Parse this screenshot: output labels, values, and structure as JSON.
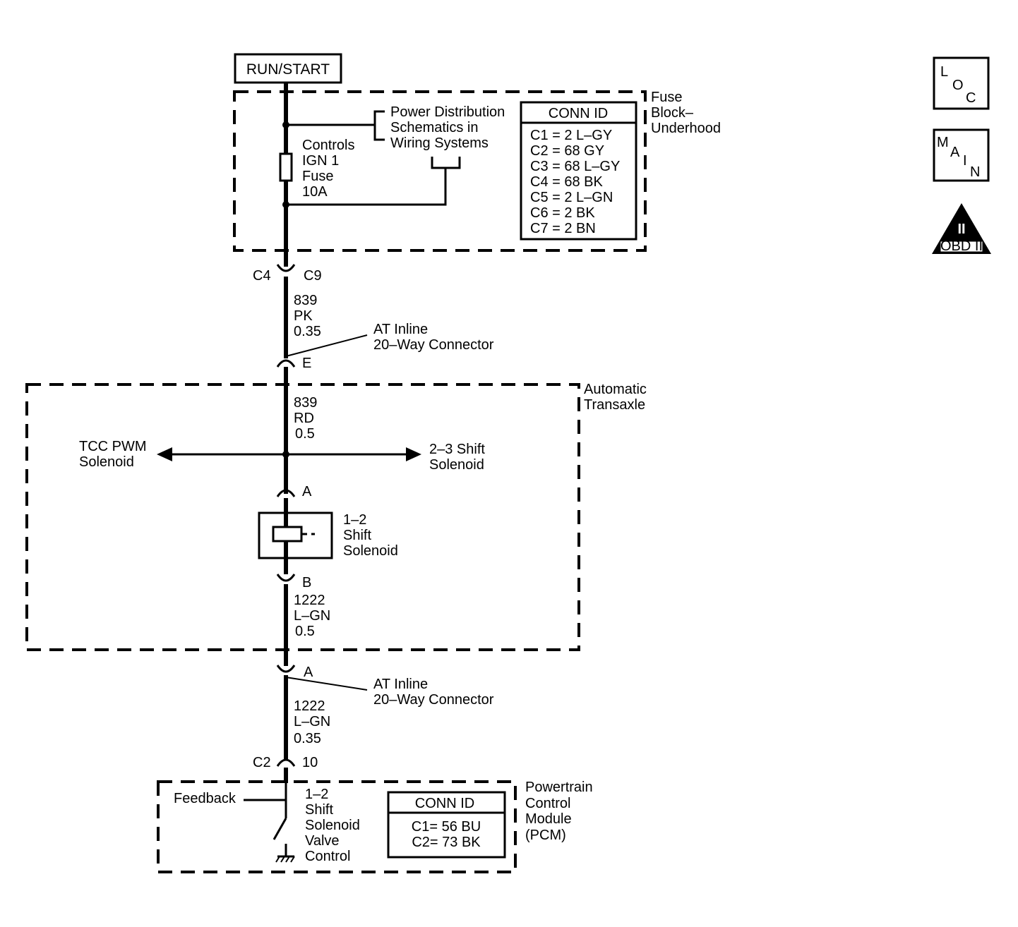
{
  "power": {
    "label": "RUN/START"
  },
  "fuse_block": {
    "name": [
      "Fuse",
      "Block–",
      "Underhood"
    ],
    "fuse_label": [
      "Controls",
      "IGN 1",
      "Fuse",
      "10A"
    ],
    "power_dist_ref": [
      "Power Distribution",
      "Schematics in",
      "Wiring Systems"
    ],
    "conn_id": {
      "title": "CONN ID",
      "rows": [
        "C1 = 2 L–GY",
        "C2 = 68 GY",
        "C3 = 68 L–GY",
        "C4 = 68 BK",
        "C5 = 2 L–GN",
        "C6 = 2 BK",
        "C7 = 2 BN"
      ]
    }
  },
  "conn_c4_c9": {
    "left": "C4",
    "right": "C9"
  },
  "wire_1": [
    "839",
    "PK",
    "0.35"
  ],
  "inline_1": {
    "label": [
      "AT Inline",
      "20–Way Connector"
    ],
    "pin": "E"
  },
  "transaxle": {
    "name": [
      "Automatic",
      "Transaxle"
    ],
    "wire_2": [
      "839",
      "RD",
      "0.5"
    ],
    "tcc": [
      "TCC PWM",
      "Solenoid"
    ],
    "shift23": [
      "2–3 Shift",
      "Solenoid"
    ],
    "pin_a": "A",
    "solenoid": [
      "1–2",
      "Shift",
      "Solenoid"
    ],
    "pin_b": "B",
    "wire_3": [
      "1222",
      "L–GN",
      "0.5"
    ]
  },
  "inline_2": {
    "label": [
      "AT Inline",
      "20–Way Connector"
    ],
    "pin": "A"
  },
  "wire_4": [
    "1222",
    "L–GN",
    "0.35"
  ],
  "conn_c2": {
    "left": "C2",
    "right": "10"
  },
  "pcm": {
    "name": [
      "Powertrain",
      "Control",
      "Module",
      "(PCM)"
    ],
    "feedback": "Feedback",
    "control": [
      "1–2",
      "Shift",
      "Solenoid",
      "Valve",
      "Control"
    ],
    "conn_id": {
      "title": "CONN ID",
      "rows": [
        "C1= 56 BU",
        "C2= 73 BK"
      ]
    }
  },
  "icons": {
    "loc": "loc-icon",
    "main": "main-icon",
    "obd": "obd-ii-icon",
    "obd_numeral": "II",
    "obd_label": "OBD II"
  }
}
